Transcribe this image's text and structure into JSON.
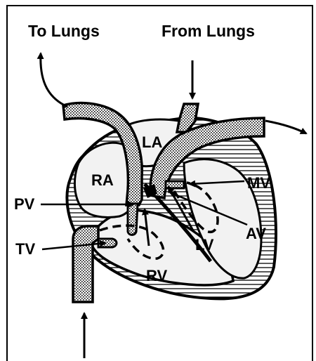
{
  "diagram": {
    "labels": {
      "to_lungs": "To Lungs",
      "from_lungs": "From Lungs",
      "la": "LA",
      "ra": "RA",
      "pv": "PV",
      "mv": "MV",
      "tv": "TV",
      "av": "AV",
      "lv": "LV",
      "rv": "RV"
    },
    "colors": {
      "ink": "#000000",
      "paper": "#ffffff",
      "chamber": "#f2f2f2",
      "vessel_stipple": "#9a9a9a"
    }
  }
}
